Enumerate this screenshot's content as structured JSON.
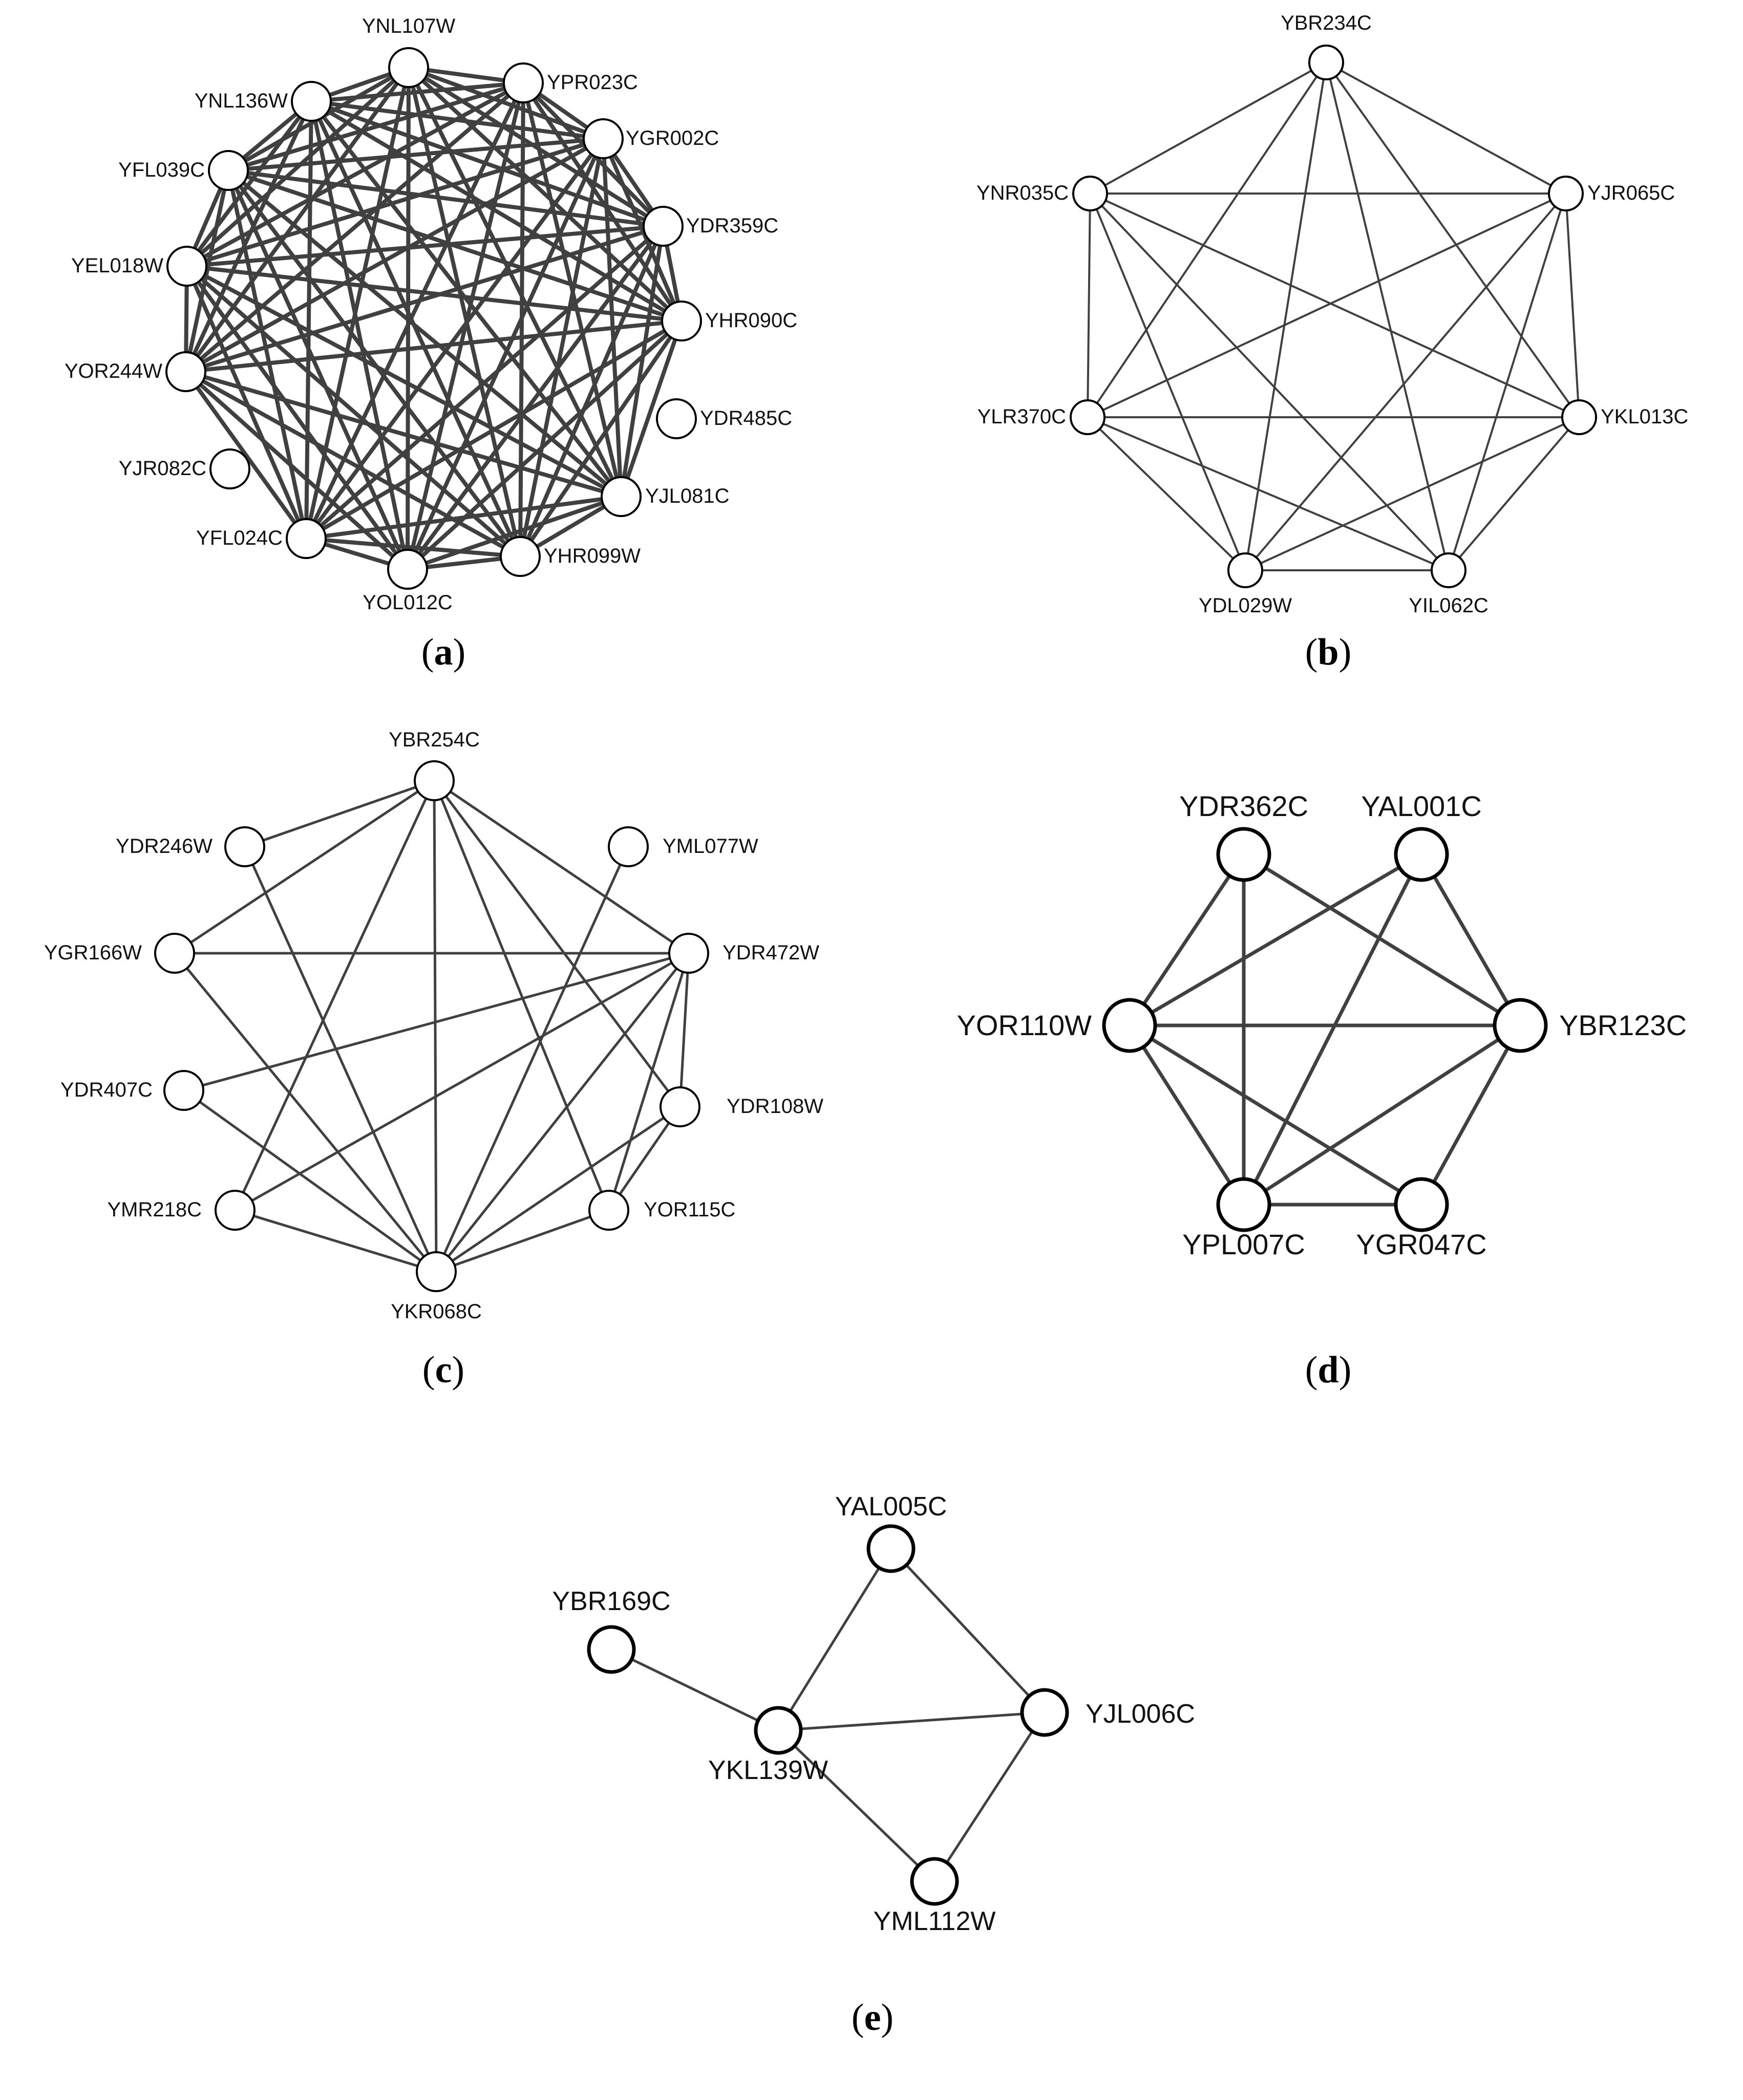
{
  "panels": [
    {
      "id": "a",
      "caption": "a",
      "nodes": [
        "YNL107W",
        "YPR023C",
        "YGR002C",
        "YDR359C",
        "YHR090C",
        "YDR485C",
        "YJL081C",
        "YHR099W",
        "YOL012C",
        "YFL024C",
        "YJR082C",
        "YOR244W",
        "YEL018W",
        "YFL039C",
        "YNL136W"
      ],
      "edges": "dense set of links among all nodes except YDR485C and YJR082C"
    },
    {
      "id": "b",
      "caption": "b",
      "nodes": [
        "YBR234C",
        "YJR065C",
        "YKL013C",
        "YIL062C",
        "YDL029W",
        "YLR370C",
        "YNR035C"
      ],
      "edges": "every pair of the seven nodes is linked"
    },
    {
      "id": "c",
      "caption": "c",
      "nodes": [
        "YBR254C",
        "YML077W",
        "YDR472W",
        "YDR108W",
        "YOR115C",
        "YKR068C",
        "YMR218C",
        "YDR407C",
        "YGR166W",
        "YDR246W"
      ],
      "edges": [
        [
          "YBR254C",
          "YDR246W"
        ],
        [
          "YBR254C",
          "YGR166W"
        ],
        [
          "YBR254C",
          "YDR472W"
        ],
        [
          "YBR254C",
          "YKR068C"
        ],
        [
          "YBR254C",
          "YOR115C"
        ],
        [
          "YBR254C",
          "YDR108W"
        ],
        [
          "YBR254C",
          "YMR218C"
        ],
        [
          "YDR246W",
          "YKR068C"
        ],
        [
          "YGR166W",
          "YDR472W"
        ],
        [
          "YGR166W",
          "YKR068C"
        ],
        [
          "YDR472W",
          "YDR407C"
        ],
        [
          "YDR472W",
          "YMR218C"
        ],
        [
          "YDR472W",
          "YKR068C"
        ],
        [
          "YDR472W",
          "YOR115C"
        ],
        [
          "YDR472W",
          "YDR108W"
        ],
        [
          "YDR407C",
          "YKR068C"
        ],
        [
          "YMR218C",
          "YKR068C"
        ],
        [
          "YML077W",
          "YKR068C"
        ],
        [
          "YDR108W",
          "YKR068C"
        ],
        [
          "YOR115C",
          "YKR068C"
        ],
        [
          "YDR108W",
          "YOR115C"
        ]
      ]
    },
    {
      "id": "d",
      "caption": "d",
      "nodes": [
        "YDR362C",
        "YAL001C",
        "YBR123C",
        "YGR047C",
        "YPL007C",
        "YOR110W"
      ],
      "edges": [
        [
          "YDR362C",
          "YOR110W"
        ],
        [
          "YDR362C",
          "YPL007C"
        ],
        [
          "YDR362C",
          "YBR123C"
        ],
        [
          "YAL001C",
          "YOR110W"
        ],
        [
          "YAL001C",
          "YPL007C"
        ],
        [
          "YAL001C",
          "YBR123C"
        ],
        [
          "YOR110W",
          "YBR123C"
        ],
        [
          "YOR110W",
          "YPL007C"
        ],
        [
          "YOR110W",
          "YGR047C"
        ],
        [
          "YBR123C",
          "YPL007C"
        ],
        [
          "YBR123C",
          "YGR047C"
        ],
        [
          "YPL007C",
          "YGR047C"
        ]
      ]
    },
    {
      "id": "e",
      "caption": "e",
      "nodes": [
        "YAL005C",
        "YJL006C",
        "YML112W",
        "YKL139W",
        "YBR169C"
      ],
      "edges": [
        [
          "YBR169C",
          "YKL139W"
        ],
        [
          "YKL139W",
          "YAL005C"
        ],
        [
          "YKL139W",
          "YJL006C"
        ],
        [
          "YKL139W",
          "YML112W"
        ],
        [
          "YAL005C",
          "YJL006C"
        ],
        [
          "YJL006C",
          "YML112W"
        ]
      ]
    }
  ],
  "colors": {
    "edge": "#404040",
    "node_fill": "#ffffff",
    "node_stroke": "#000000",
    "text": "#111111"
  }
}
